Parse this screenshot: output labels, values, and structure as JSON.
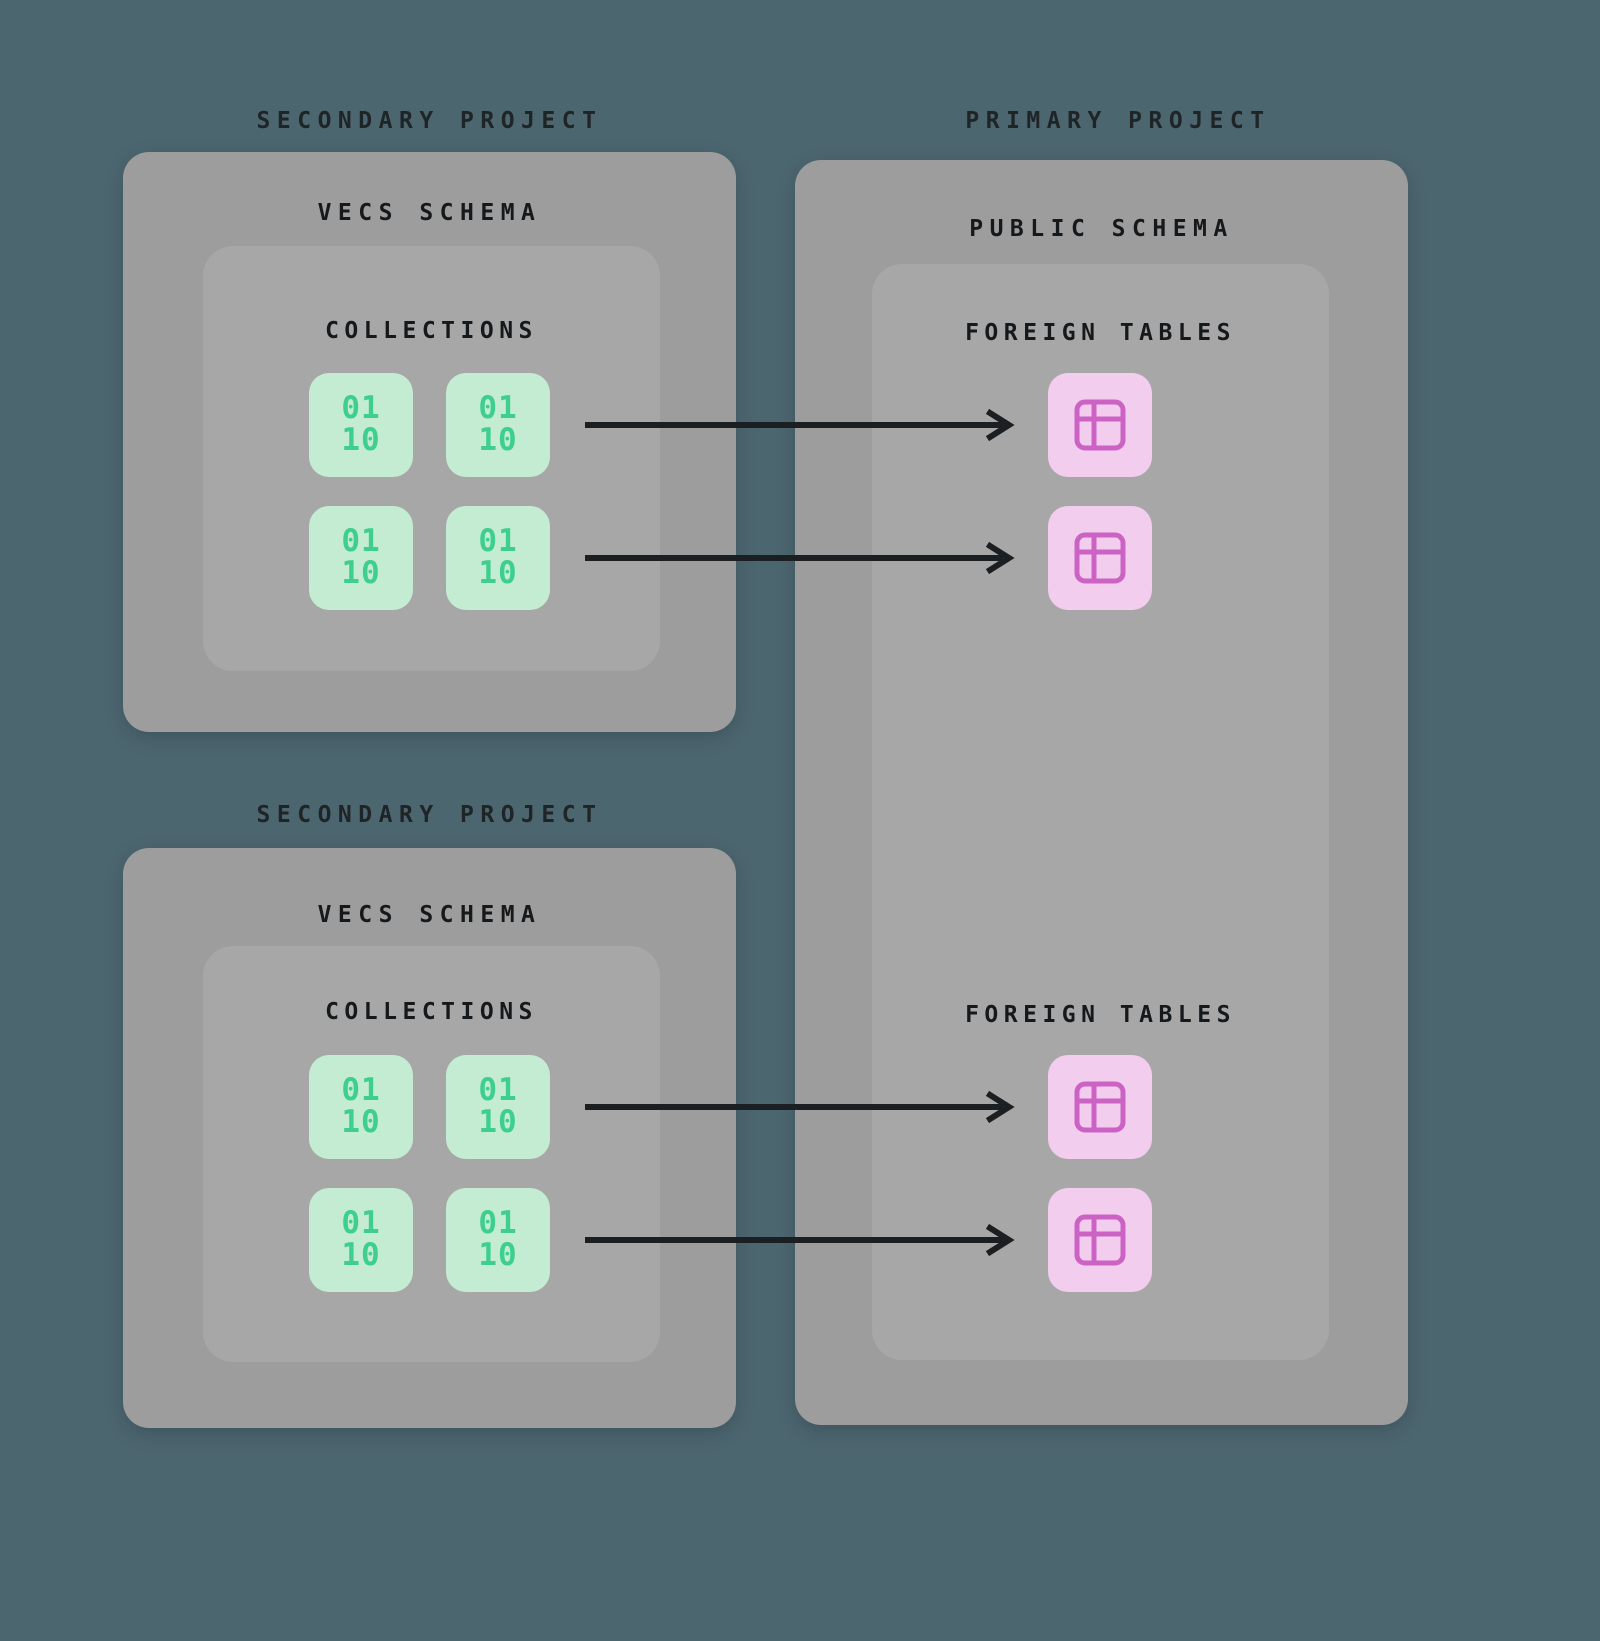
{
  "diagram": {
    "title_top_left": "SECONDARY PROJECT",
    "title_top_right": "PRIMARY PROJECT",
    "title_bottom_left": "SECONDARY PROJECT",
    "colors": {
      "background": "#4c6670",
      "panel": "#9d9d9d",
      "inner_panel_overlay": "rgba(255,255,255,0.10)",
      "collection_tile_bg": "#c3ecd2",
      "collection_tile_fg": "#3ecf8e",
      "foreign_tile_bg": "#f2cdee",
      "foreign_tile_fg": "#cc63c4",
      "label_text": "#16191b",
      "arrow": "#1b1f21"
    },
    "secondary_projects": [
      {
        "label": "SECONDARY PROJECT",
        "schema_label": "VECS SCHEMA",
        "collections_label": "COLLECTIONS",
        "tiles": [
          {
            "line1": "01",
            "line2": "10"
          },
          {
            "line1": "01",
            "line2": "10"
          },
          {
            "line1": "01",
            "line2": "10"
          },
          {
            "line1": "01",
            "line2": "10"
          }
        ]
      },
      {
        "label": "SECONDARY PROJECT",
        "schema_label": "VECS SCHEMA",
        "collections_label": "COLLECTIONS",
        "tiles": [
          {
            "line1": "01",
            "line2": "10"
          },
          {
            "line1": "01",
            "line2": "10"
          },
          {
            "line1": "01",
            "line2": "10"
          },
          {
            "line1": "01",
            "line2": "10"
          }
        ]
      }
    ],
    "primary_project": {
      "label": "PRIMARY PROJECT",
      "schema_label": "PUBLIC SCHEMA",
      "foreign_tables_groups": [
        {
          "label": "FOREIGN TABLES",
          "tables": [
            {
              "icon": "table-icon"
            },
            {
              "icon": "table-icon"
            }
          ]
        },
        {
          "label": "FOREIGN TABLES",
          "tables": [
            {
              "icon": "table-icon"
            },
            {
              "icon": "table-icon"
            }
          ]
        }
      ]
    },
    "arrows": [
      {
        "from": "collections-group-1",
        "to": "foreign-table-1"
      },
      {
        "from": "collections-group-1",
        "to": "foreign-table-2"
      },
      {
        "from": "collections-group-2",
        "to": "foreign-table-3"
      },
      {
        "from": "collections-group-2",
        "to": "foreign-table-4"
      }
    ]
  }
}
